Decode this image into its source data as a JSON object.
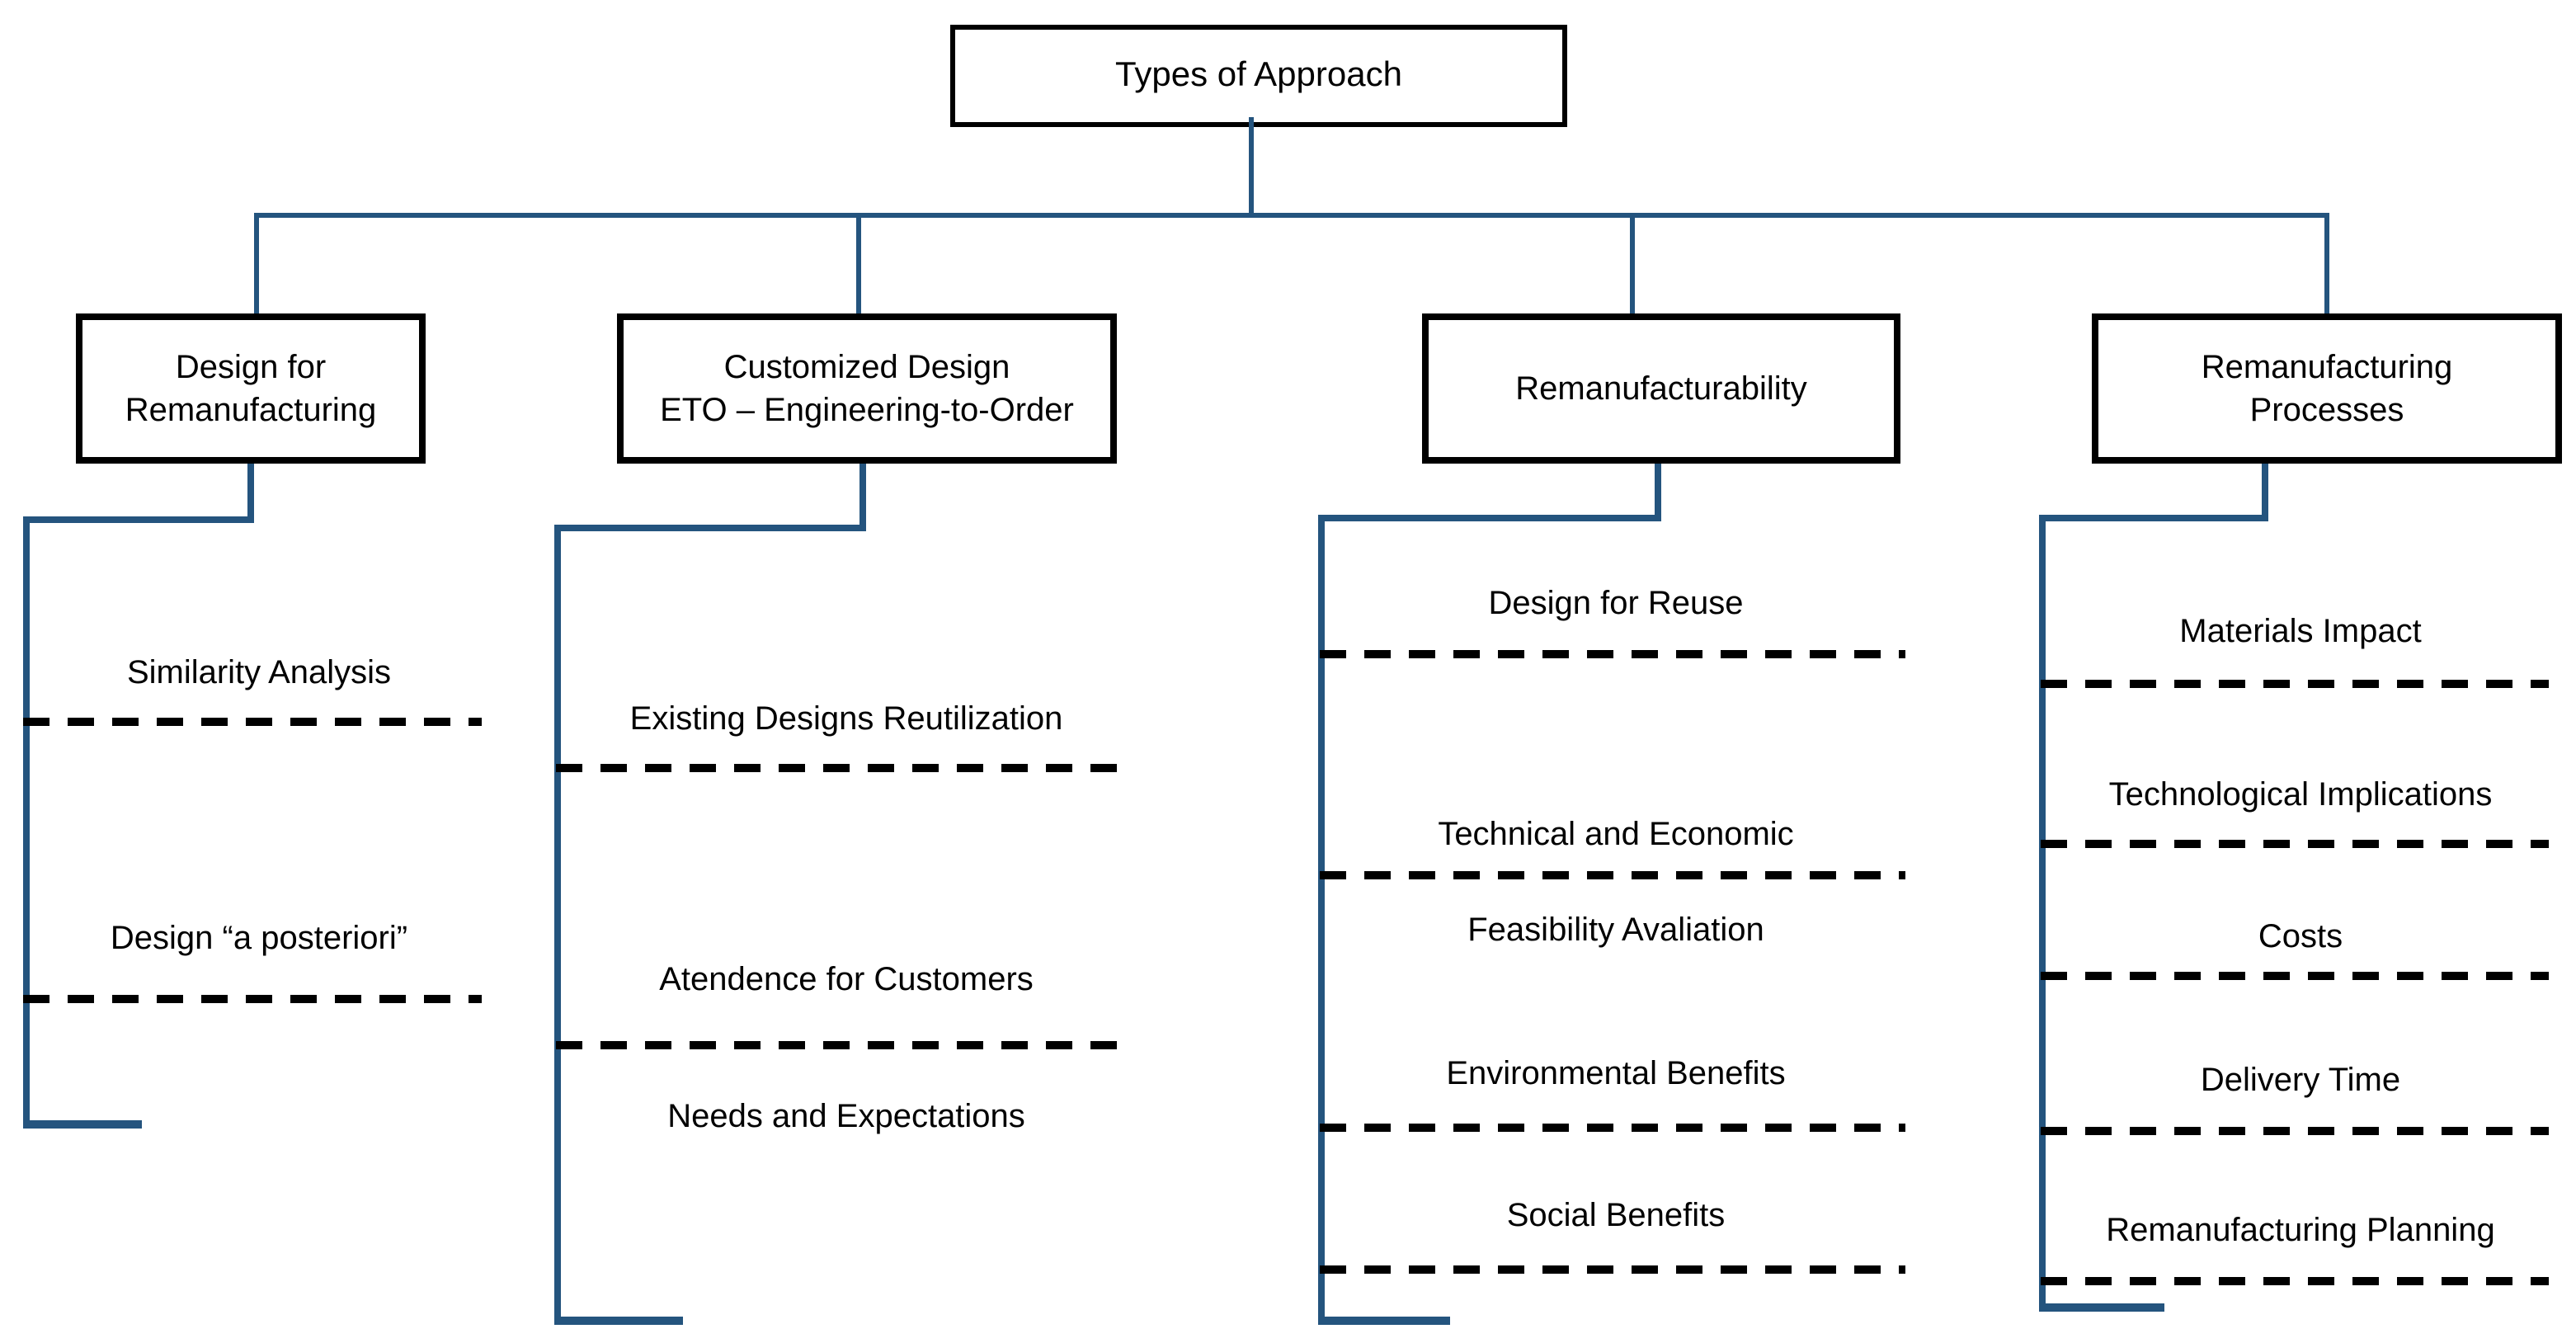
{
  "title": {
    "label": "Types of Approach"
  },
  "branches": [
    {
      "name": "design-for-remanufacturing",
      "lines": [
        "Design for",
        "Remanufacturing"
      ],
      "items": [
        {
          "label": "Similarity Analysis"
        },
        {
          "label": "Design “a posteriori”"
        }
      ]
    },
    {
      "name": "customized-design-eto",
      "lines": [
        "Customized Design",
        "ETO – Engineering-to-Order"
      ],
      "items": [
        {
          "label": "Existing Designs Reutilization"
        },
        {
          "label": "Atendence for Customers"
        },
        {
          "label": "Needs and Expectations"
        }
      ]
    },
    {
      "name": "remanufacturability",
      "lines": [
        "Remanufacturability"
      ],
      "items": [
        {
          "label": "Design for Reuse"
        },
        {
          "label": "Technical and Economic"
        },
        {
          "label": "Feasibility Avaliation"
        },
        {
          "label": "Environmental Benefits"
        },
        {
          "label": "Social Benefits"
        }
      ]
    },
    {
      "name": "remanufacturing-processes",
      "lines": [
        "Remanufacturing",
        "Processes"
      ],
      "items": [
        {
          "label": "Materials Impact"
        },
        {
          "label": "Technological Implications"
        },
        {
          "label": "Costs"
        },
        {
          "label": "Delivery Time"
        },
        {
          "label": "Remanufacturing Planning"
        }
      ]
    }
  ],
  "colors": {
    "connector_blue": "#24547E",
    "box_border": "#000000",
    "dash_black": "#000000",
    "background": "#FFFFFF"
  }
}
